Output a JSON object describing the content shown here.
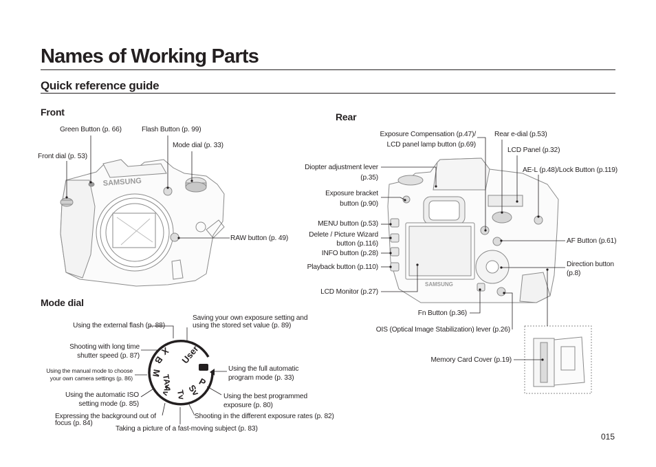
{
  "page": {
    "title": "Names of Working Parts",
    "subtitle": "Quick reference guide",
    "page_number": "015"
  },
  "front": {
    "heading": "Front",
    "labels": {
      "green_button": "Green Button (p. 66)",
      "flash_button": "Flash Button (p. 99)",
      "mode_dial": "Mode dial (p. 33)",
      "front_dial": "Front dial (p. 53)",
      "raw_button": "RAW button (p. 49)"
    },
    "camera_logo": "SAMSUNG"
  },
  "rear": {
    "heading": "Rear",
    "labels": {
      "exposure_compensation_1": "Exposure Compensation (p.47)/",
      "exposure_compensation_2": "LCD panel lamp button (p.69)",
      "rear_e_dial": "Rear e-dial (p.53)",
      "lcd_panel": "LCD Panel (p.32)",
      "ae_l": "AE-L (p.48)/Lock Button (p.119)",
      "diopter_1": "Diopter adjustment lever",
      "diopter_2": "(p.35)",
      "bracket_1": "Exposure bracket",
      "bracket_2": "button (p.90)",
      "menu_button": "MENU button (p.53)",
      "delete_1": "Delete / Picture Wizard",
      "delete_2": "button (p.116)",
      "info_button": "INFO button (p.28)",
      "playback_button": "Playback button (p.110)",
      "af_button": "AF Button (p.61)",
      "direction_1": "Direction button",
      "direction_2": "(p.8)",
      "lcd_monitor": "LCD Monitor (p.27)",
      "fn_button": "Fn Button (p.36)",
      "ois_lever": "OIS (Optical Image Stabilization) lever (p.26)",
      "memory_card_cover": "Memory Card Cover (p.19)"
    },
    "camera_logo": "SAMSUNG"
  },
  "mode_dial": {
    "heading": "Mode dial",
    "dial_marks": [
      "User",
      "P",
      "Sv",
      "Tv",
      "Av",
      "TAv",
      "M",
      "B",
      "X"
    ],
    "labels": {
      "saving_1": "Saving your own exposure setting and",
      "saving_2": "using the stored set value (p. 89)",
      "external_flash": "Using the external flash (p. 88)",
      "long_time_1": "Shooting with long time",
      "long_time_2": "shutter speed (p. 87)",
      "manual_1": "Using the manual mode to choose",
      "manual_2": "your own camera settings (p. 86)",
      "full_auto_1": "Using the full automatic",
      "full_auto_2": "program mode (p. 33)",
      "auto_iso_1": "Using the automatic ISO",
      "auto_iso_2": "setting mode (p. 85)",
      "best_prog_1": "Using the best programmed",
      "best_prog_2": "exposure (p. 80)",
      "background_1": "Expressing the background out of",
      "background_2": "focus (p. 84)",
      "exposure_rates": "Shooting in the different exposure rates (p. 82)",
      "fast_subject": "Taking a picture of a fast-moving subject (p. 83)"
    }
  }
}
